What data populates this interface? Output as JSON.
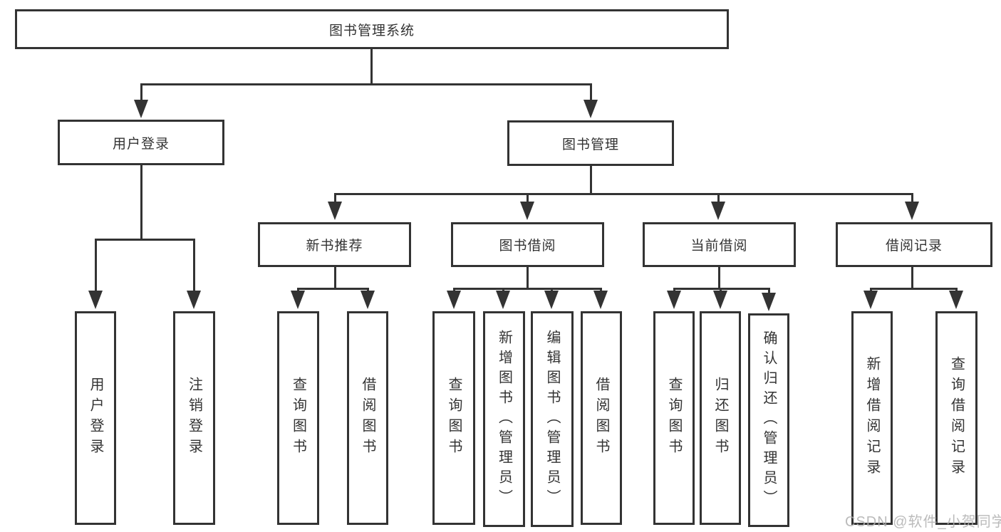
{
  "diagram": {
    "root": {
      "label": "图书管理系统"
    },
    "branches": [
      {
        "label": "用户登录",
        "children": [
          {
            "label": "用户登录"
          },
          {
            "label": "注销登录"
          }
        ]
      },
      {
        "label": "图书管理",
        "children": [
          {
            "label": "新书推荐",
            "children": [
              {
                "label": "查询图书"
              },
              {
                "label": "借阅图书"
              }
            ]
          },
          {
            "label": "图书借阅",
            "children": [
              {
                "label": "查询图书"
              },
              {
                "label": "新增图书（管理员）"
              },
              {
                "label": "编辑图书（管理员）"
              },
              {
                "label": "借阅图书"
              }
            ]
          },
          {
            "label": "当前借阅",
            "children": [
              {
                "label": "查询图书"
              },
              {
                "label": "归还图书"
              },
              {
                "label": "确认归还（管理员）"
              }
            ]
          },
          {
            "label": "借阅记录",
            "children": [
              {
                "label": "新增借阅记录"
              },
              {
                "label": "查询借阅记录"
              }
            ]
          }
        ]
      }
    ]
  },
  "watermark": "CSDN @软件_小贺同学",
  "colors": {
    "line": "#333333",
    "text": "#333333",
    "background": "#ffffff",
    "watermark": "#afafaf"
  }
}
